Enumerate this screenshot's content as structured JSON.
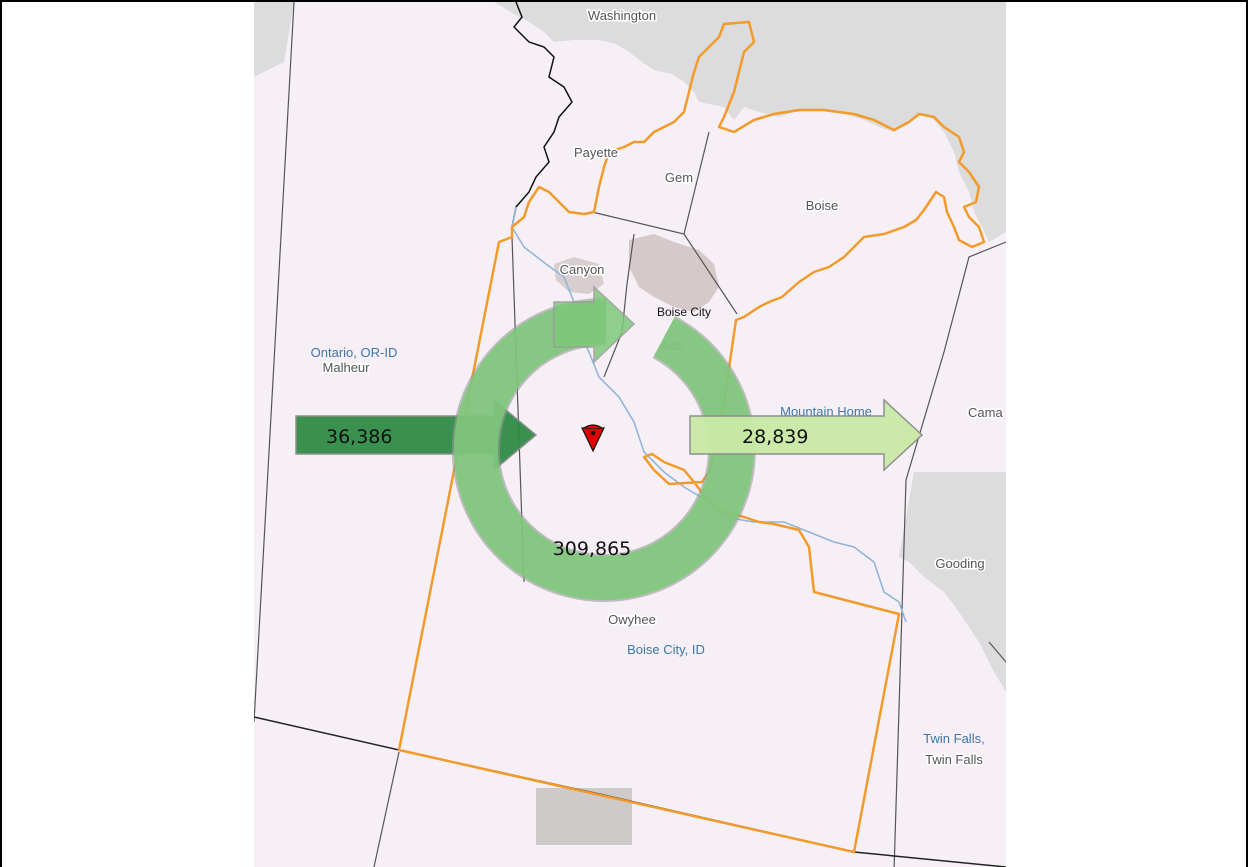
{
  "map": {
    "county_labels": [
      "Washington",
      "Payette",
      "Gem",
      "Boise",
      "Canyon",
      "Ada",
      "Malheur",
      "Owyhee",
      "Gooding",
      "Twin Falls",
      "Cama"
    ],
    "area_labels": [
      "Ontario, OR-ID",
      "Mountain Home",
      "Boise City, ID",
      "Twin Falls,"
    ],
    "city_label": "Boise City",
    "marker": "map-pin-icon"
  },
  "flows": {
    "inflow": "36,386",
    "outflow": "28,839",
    "within": "309,865"
  },
  "colors": {
    "inflow": "#2f8b47",
    "outflow": "#c9eaa6",
    "within": "#7ec97a",
    "region_border": "#f29a2a",
    "marker": "#e00000"
  }
}
